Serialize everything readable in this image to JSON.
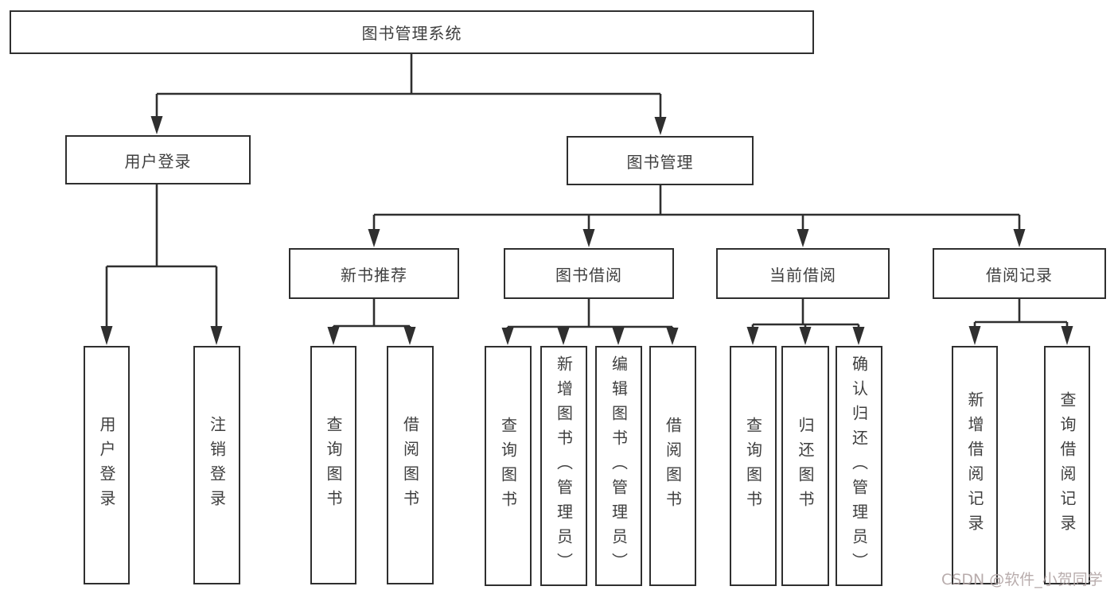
{
  "tree": {
    "root": {
      "label": "图书管理系统",
      "children": [
        {
          "label": "用户登录",
          "children": [
            {
              "label": "用户登录"
            },
            {
              "label": "注销登录"
            }
          ]
        },
        {
          "label": "图书管理",
          "children": [
            {
              "label": "新书推荐",
              "children": [
                {
                  "label": "查询图书"
                },
                {
                  "label": "借阅图书"
                }
              ]
            },
            {
              "label": "图书借阅",
              "children": [
                {
                  "label": "查询图书"
                },
                {
                  "label": "新增图书（管理员）"
                },
                {
                  "label": "编辑图书（管理员）"
                },
                {
                  "label": "借阅图书"
                }
              ]
            },
            {
              "label": "当前借阅",
              "children": [
                {
                  "label": "查询图书"
                },
                {
                  "label": "归还图书"
                },
                {
                  "label": "确认归还（管理员）"
                }
              ]
            },
            {
              "label": "借阅记录",
              "children": [
                {
                  "label": "新增借阅记录"
                },
                {
                  "label": "查询借阅记录"
                }
              ]
            }
          ]
        }
      ]
    }
  },
  "watermark": {
    "text": "CSDN @软件_小贺同学"
  },
  "colors": {
    "line": "#2f2f2f",
    "text": "#3f3f3f",
    "watermark": "#b3a6a6",
    "background": "#ffffff"
  }
}
